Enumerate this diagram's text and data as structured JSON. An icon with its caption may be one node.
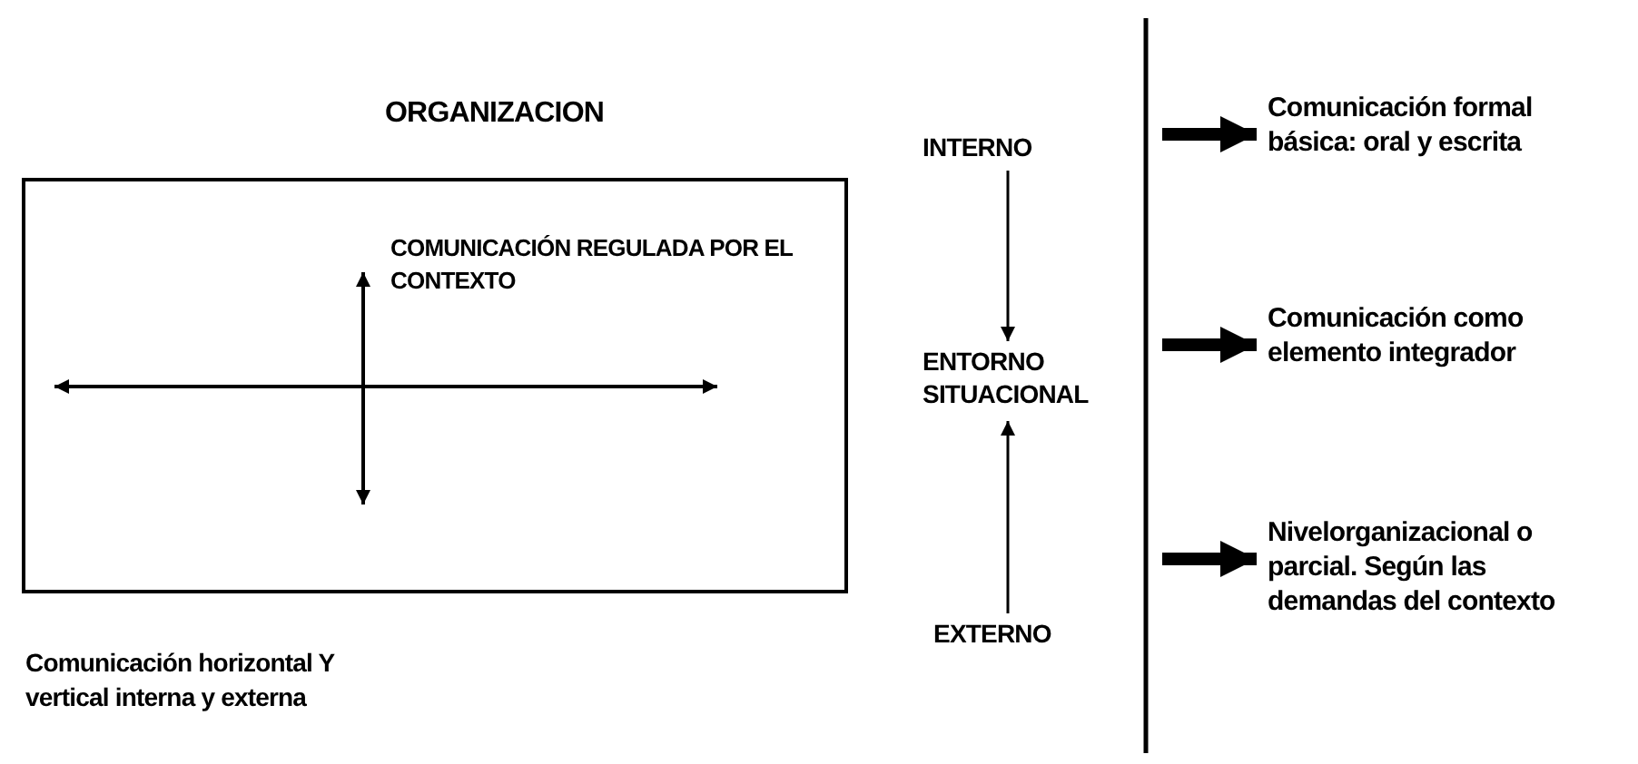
{
  "diagram": {
    "nodes": [
      {
        "text": [
          "ORGANIZACION",
          "COMUNICACIÓN REGULADA POR EL CONTEXTO"
        ],
        "beside": [
          "Comunicación horizontal Y vertical interna y externa"
        ]
      },
      {
        "text": [
          "INTERNO"
        ]
      },
      {
        "text": [
          "ENTORNO SITUACIONAL"
        ]
      },
      {
        "text": [
          "EXTERNO"
        ]
      },
      {
        "text": [
          "Comunicación formal básica: oral y escrita"
        ]
      },
      {
        "text": [
          "Comunicación como elemento integrador"
        ]
      },
      {
        "text": [
          "Nivelorganizacional o parcial. Según las demandas del contexto"
        ]
      }
    ],
    "edges": [
      {
        "from": 1,
        "to": 2,
        "arrow": "to"
      },
      {
        "from": 3,
        "to": 2,
        "arrow": "to"
      },
      {
        "from": null,
        "to": 4,
        "arrow": "to"
      },
      {
        "from": null,
        "to": 5,
        "arrow": "to"
      },
      {
        "from": null,
        "to": 6,
        "arrow": "to"
      }
    ]
  }
}
